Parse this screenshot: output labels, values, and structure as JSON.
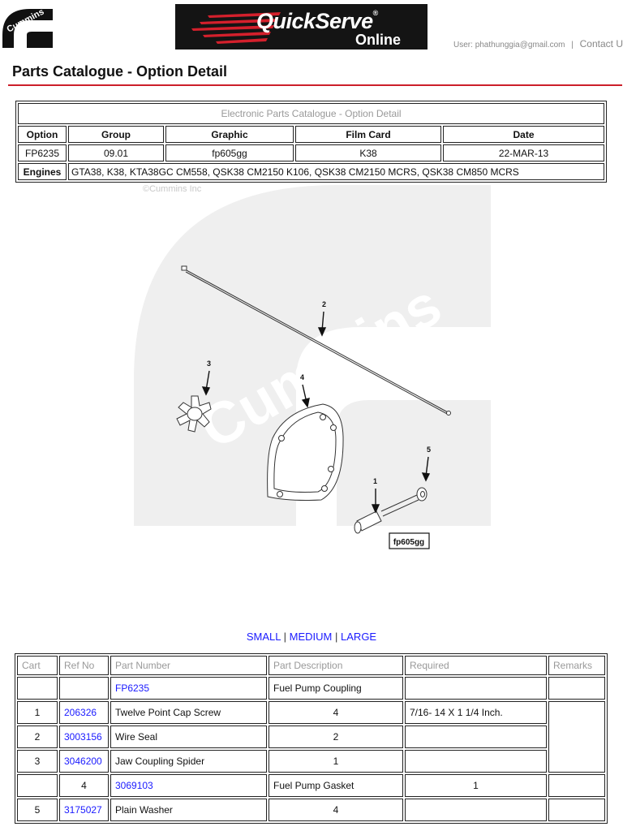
{
  "header": {
    "brand": "Cummins",
    "banner_title": "QuickServe",
    "banner_reg": "®",
    "banner_sub": "Online",
    "user_label": "User:",
    "user_email": "phathunggia@gmail.com",
    "separator": "|",
    "contact_label": "Contact Us"
  },
  "page": {
    "title": "Parts Catalogue - Option Detail"
  },
  "option_table": {
    "caption": "Electronic Parts Catalogue - Option Detail",
    "headers": [
      "Option",
      "Group",
      "Graphic",
      "Film Card",
      "Date"
    ],
    "values": [
      "FP6235",
      "09.01",
      "fp605gg",
      "K38",
      "22-MAR-13"
    ],
    "engines_label": "Engines",
    "engines_value": "GTA38, K38, KTA38GC CM558, QSK38 CM2150 K106, QSK38 CM2150 MCRS, QSK38 CM850 MCRS"
  },
  "illustration": {
    "copyright": "©Cummins Inc",
    "watermark": "Cummins",
    "callouts": [
      "1",
      "2",
      "3",
      "4",
      "5"
    ],
    "graphic_label": "fp605gg"
  },
  "size_links": {
    "small": "SMALL",
    "medium": "MEDIUM",
    "large": "LARGE",
    "sep": "|"
  },
  "parts_table": {
    "headers": [
      "Cart",
      "Ref No",
      "Part Number",
      "Part Description",
      "Required",
      "Remarks"
    ],
    "row0": {
      "part_number": "FP6235",
      "description": "Fuel Pump Coupling"
    },
    "row1": {
      "cart": "1",
      "ref": "206326",
      "part": "Twelve Point Cap Screw",
      "desc": "4",
      "required": "7/16- 14 X 1 1/4 Inch."
    },
    "row2": {
      "cart": "2",
      "ref": "3003156",
      "part": "Wire Seal",
      "desc": "2"
    },
    "row3": {
      "cart": "3",
      "ref": "3046200",
      "part": "Jaw Coupling Spider",
      "desc": "1"
    },
    "row4": {
      "ref": "4",
      "part": "3069103",
      "desc": "Fuel Pump Gasket",
      "required": "1"
    },
    "row5": {
      "cart": "5",
      "ref": "3175027",
      "part": "Plain Washer",
      "desc": "4"
    }
  },
  "colors": {
    "accent_red": "#cc1f2a",
    "link_blue": "#1a1aff",
    "banner_bg": "#141414"
  }
}
